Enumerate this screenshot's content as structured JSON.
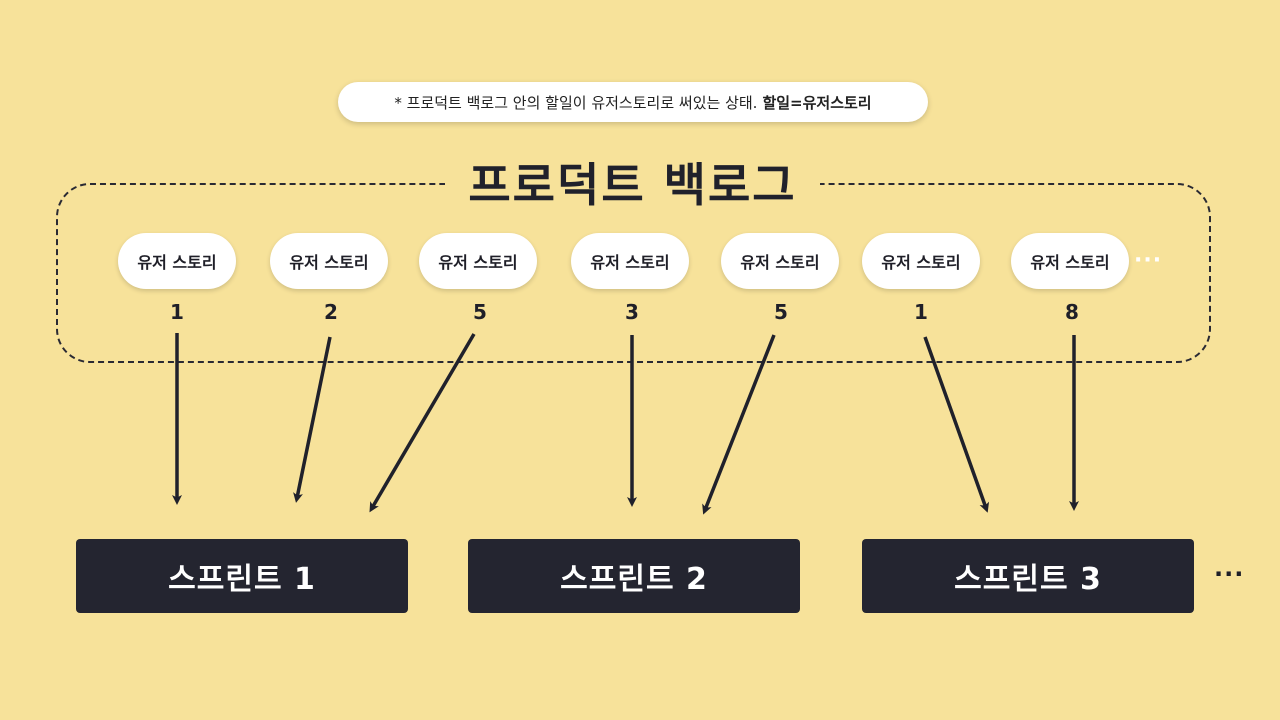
{
  "note": {
    "text": "* 프로덕트 백로그 안의 할일이 유저스토리로 써있는 상태.",
    "emphasis": "할일=유저스토리"
  },
  "backlog": {
    "title": "프로덕트 백로그",
    "stories": [
      {
        "label": "유저 스토리",
        "points": "1"
      },
      {
        "label": "유저 스토리",
        "points": "2"
      },
      {
        "label": "유저 스토리",
        "points": "5"
      },
      {
        "label": "유저 스토리",
        "points": "3"
      },
      {
        "label": "유저 스토리",
        "points": "5"
      },
      {
        "label": "유저 스토리",
        "points": "1"
      },
      {
        "label": "유저 스토리",
        "points": "8"
      }
    ],
    "more": "···"
  },
  "sprints": [
    {
      "label": "스프린트 1"
    },
    {
      "label": "스프린트 2"
    },
    {
      "label": "스프린트 3"
    }
  ],
  "sprints_more": "···",
  "colors": {
    "background": "#f7e29a",
    "dark": "#242530",
    "card": "#ffffff"
  }
}
